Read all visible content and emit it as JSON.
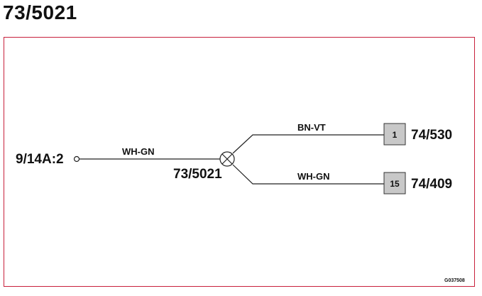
{
  "title": "73/5021",
  "source": {
    "label": "9/14A:2",
    "wire": "WH-GN"
  },
  "splice": {
    "label": "73/5021"
  },
  "branches": [
    {
      "wire": "BN-VT",
      "pin": "1",
      "target": "74/530"
    },
    {
      "wire": "WH-GN",
      "pin": "15",
      "target": "74/409"
    }
  ],
  "figure_code": "G037508",
  "colors": {
    "frame": "#c8203c",
    "connector": "#c8c8c8"
  }
}
